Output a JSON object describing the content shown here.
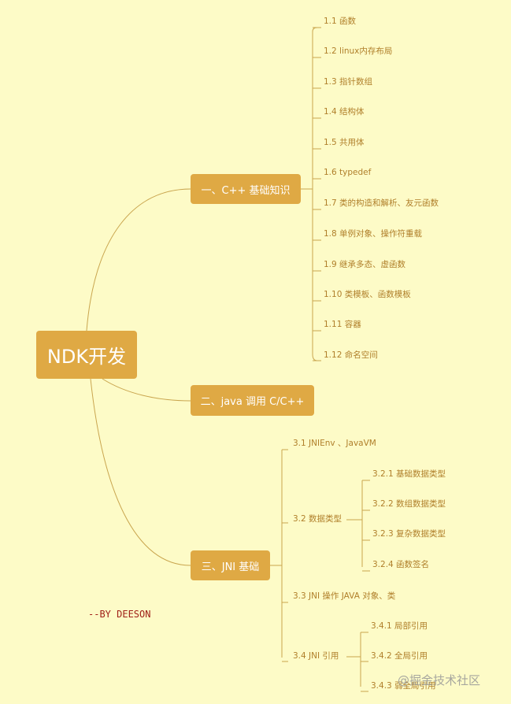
{
  "root": {
    "label": "NDK开发"
  },
  "branches": [
    {
      "label": "一、C++ 基础知识",
      "children": [
        "1.1 函数",
        "1.2 linux内存布局",
        "1.3 指针数组",
        "1.4 结构体",
        "1.5 共用体",
        "1.6 typedef",
        "1.7 类的构造和解析、友元函数",
        "1.8 单例对象、操作符重载",
        "1.9 继承多态、虚函数",
        "1.10 类模板、函数模板",
        "1.11 容器",
        "1.12 命名空间"
      ]
    },
    {
      "label": "二、java 调用 C/C++"
    },
    {
      "label": "三、JNI 基础",
      "children": [
        {
          "label": "3.1 JNIEnv 、JavaVM"
        },
        {
          "label": "3.2 数据类型",
          "children": [
            "3.2.1 基础数据类型",
            "3.2.2 数组数据类型",
            "3.2.3 复杂数据类型",
            "3.2.4 函数签名"
          ]
        },
        {
          "label": "3.3 JNI 操作 JAVA 对象、类"
        },
        {
          "label": "3.4 JNI 引用",
          "children": [
            "3.4.1 局部引用",
            "3.4.2 全局引用",
            "3.4.3 弱全局引用"
          ]
        }
      ]
    }
  ],
  "author": "--BY DEESON",
  "watermark": "@掘金技术社区",
  "colors": {
    "background": "#fdfbc7",
    "node": "#dfa944",
    "line": "#c9a54e",
    "leaf_text": "#b07f2a",
    "author": "#a02018"
  }
}
